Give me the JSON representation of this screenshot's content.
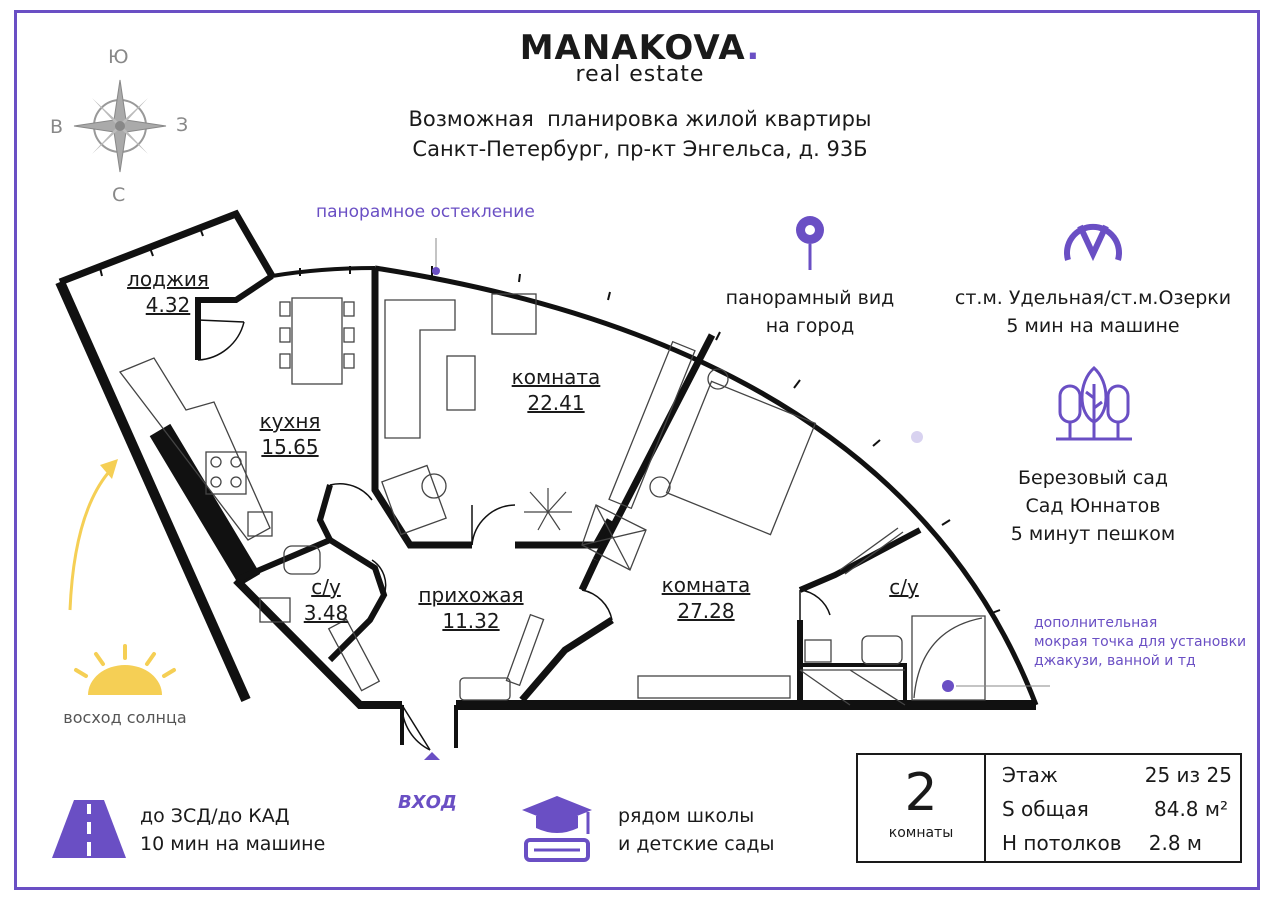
{
  "brand": {
    "name": "MANAKOVA",
    "dot": ".",
    "sub": "real estate"
  },
  "header": {
    "line1": "Возможная  планировка жилой квартиры",
    "line2": "Санкт-Петербург, пр-кт Энгельса, д. 93Б"
  },
  "compass": {
    "north": "Ю",
    "south": "С",
    "west": "В",
    "east": "З"
  },
  "labels": {
    "glazing": "панорамное остекление",
    "panorama": "панорамный вид\nна город",
    "metro": "ст.м. Удельная/ст.м.Озерки\n5 мин на машине",
    "park": "Березовый сад\nСад Юннатов\n5 минут пешком",
    "wet_point": "дополнительная\nмокрая точка для установки\nджакузи, ванной и тд",
    "sunrise": "восход солнца",
    "entrance": "ВХОД",
    "road": "до ЗСД/до КАД\n10 мин на машине",
    "school": "рядом школы\nи детские сады"
  },
  "rooms": [
    {
      "label": "лоджия",
      "value": "4.32"
    },
    {
      "label": "кухня",
      "value": "15.65"
    },
    {
      "label": "комната",
      "value": "22.41"
    },
    {
      "label": "с/у",
      "value": "3.48"
    },
    {
      "label": "прихожая",
      "value": "11.32"
    },
    {
      "label": "комната",
      "value": "27.28"
    },
    {
      "label": "с/у",
      "value": ""
    }
  ],
  "info": {
    "rooms_count": "2",
    "rooms_caption": "комнаты",
    "floor_label": "Этаж",
    "floor_value": "25 из 25",
    "area_label": "S общая",
    "area_value": "84.8 м²",
    "height_label": "Н потолков",
    "height_value": "2.8 м"
  },
  "colors": {
    "accent": "#6a4fc4",
    "wall": "#111111",
    "sun": "#f5cf55"
  }
}
